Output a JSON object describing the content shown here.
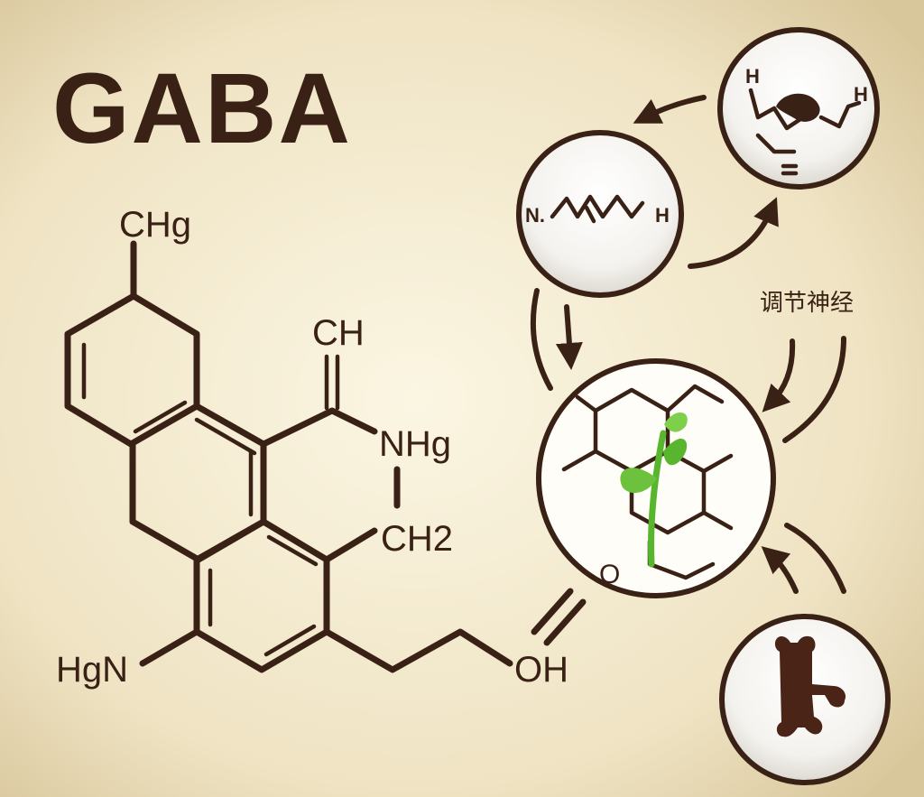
{
  "title": "GABA",
  "molecule": {
    "labels": {
      "ch3": "CHg",
      "ch": "CH",
      "nh": "NHg",
      "ch2": "CH2",
      "h2n": "HgN",
      "oh": "OH"
    }
  },
  "annotation": "调节神经",
  "cycle": {
    "left_node": {
      "left_label": "N.",
      "right_label": "H"
    },
    "top_node": {
      "label_a": "H",
      "label_b": "H"
    },
    "center_node": {
      "label": "O"
    }
  },
  "colors": {
    "ink": "#3a2115",
    "background_center": "#fbf6e3",
    "background_edge": "#d9c79c",
    "leaf_green": "#58b52e",
    "circle_fill": "#ffffff"
  },
  "icons": [
    "bone-icon",
    "plant-sprout-icon",
    "cycle-arrow-icon"
  ]
}
